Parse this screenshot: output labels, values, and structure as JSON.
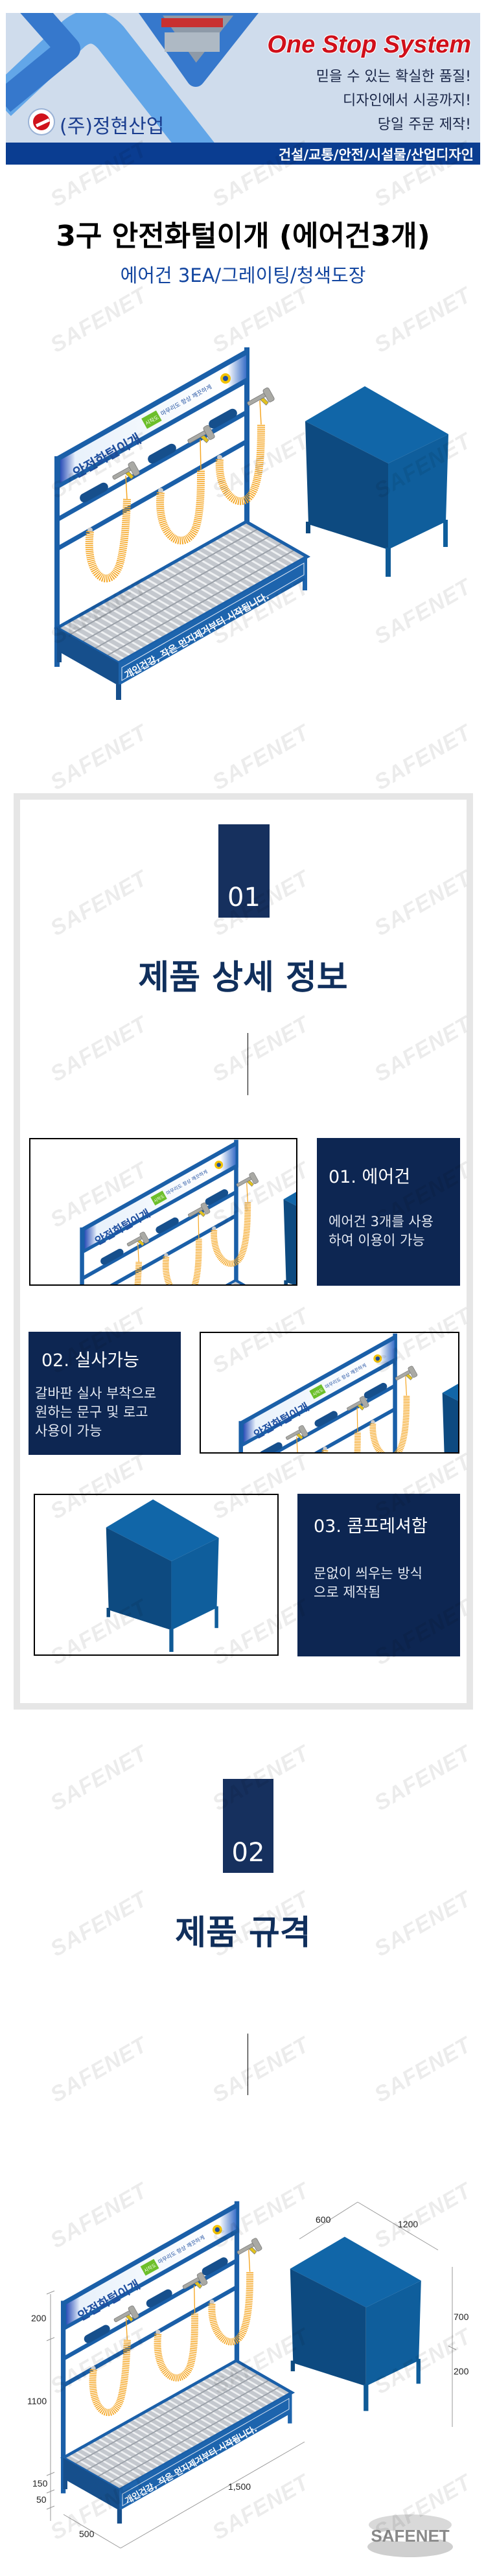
{
  "banner": {
    "company": "(주)정현산업",
    "slogan": "One Stop System",
    "taglines": [
      "믿을 수 있는 확실한 품질!",
      "디자인에서 시공까지!",
      "당일 주문 제작!"
    ],
    "categories": "건설/교통/안전/시설물/산업디자인"
  },
  "product": {
    "title": "3구 안전화털이개 (에어건3개)",
    "subtitle": "에어건 3EA/그레이팅/청색도장",
    "sign_title": "안전화털이개",
    "sign_badge": "시작도",
    "sign_small": "마무리도 항상 깨끗하게",
    "front_text": "개인건강, 작은 먼지제거부터 시작됩니다."
  },
  "section1": {
    "number": "01",
    "heading": "제품 상세 정보",
    "features": [
      {
        "title": "01. 에어건",
        "lines": [
          "에어건 3개를 사용",
          "하여 이용이 가능"
        ]
      },
      {
        "title": "02. 실사가능",
        "lines": [
          "갈바판 실사 부착으로",
          "원하는 문구 및 로고",
          "사용이 가능"
        ]
      },
      {
        "title": "03. 콤프레셔함",
        "lines": [
          "문없이 씌우는 방식",
          "으로 제작됨"
        ]
      }
    ]
  },
  "section2": {
    "number": "02",
    "heading": "제품 규격",
    "dimensions": {
      "stand_top": "200",
      "stand_height": "1100",
      "tray_height": "150",
      "leg_height": "50",
      "depth": "500",
      "width": "1,500",
      "box_depth": "600",
      "box_width": "1200",
      "box_height": "700",
      "box_leg": "200"
    }
  },
  "watermark": "SAFENET",
  "footer_logo": "SAFENET",
  "colors": {
    "navy": "#0d2652",
    "frame_blue": "#1a5fa8",
    "accent_red": "#d0101a",
    "subtitle_blue": "#1346a0"
  }
}
